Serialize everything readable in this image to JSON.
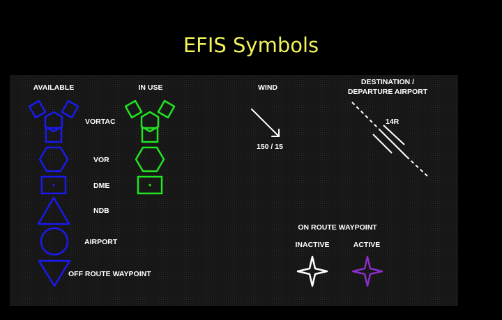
{
  "title": "EFIS Symbols",
  "colors": {
    "background": "#000000",
    "panel": "#161616",
    "title": "#f2f25a",
    "available": "#1a1aee",
    "in_use": "#22e422",
    "waypoint_inactive": "#ffffff",
    "waypoint_active": "#8a2ec8",
    "label": "#ffffff"
  },
  "headers": {
    "available": "AVAILABLE",
    "in_use": "IN USE",
    "wind": "WIND",
    "destination_line1": "DESTINATION /",
    "destination_line2": "DEPARTURE AIRPORT"
  },
  "symbols": {
    "vortac": "VORTAC",
    "vor": "VOR",
    "dme": "DME",
    "ndb": "NDB",
    "airport": "AIRPORT",
    "off_route_waypoint": "OFF ROUTE WAYPOINT"
  },
  "wind": {
    "value": "150 / 15"
  },
  "runway": {
    "label": "14R"
  },
  "waypoint": {
    "title": "ON ROUTE WAYPOINT",
    "inactive": "INACTIVE",
    "active": "ACTIVE"
  }
}
